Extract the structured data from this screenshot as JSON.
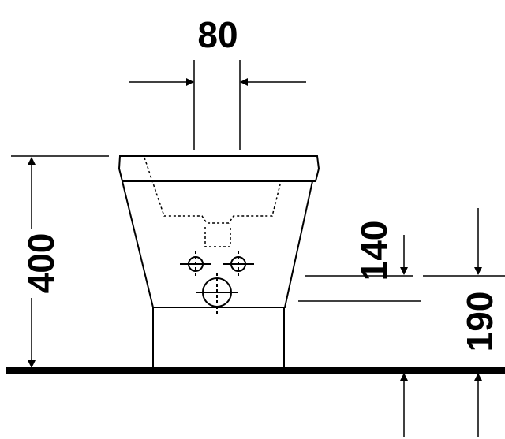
{
  "dimensions": {
    "width_top": "80",
    "height_total": "400",
    "height_inlet": "140",
    "height_outlet": "190"
  },
  "colors": {
    "line": "#000000",
    "background": "#ffffff"
  }
}
